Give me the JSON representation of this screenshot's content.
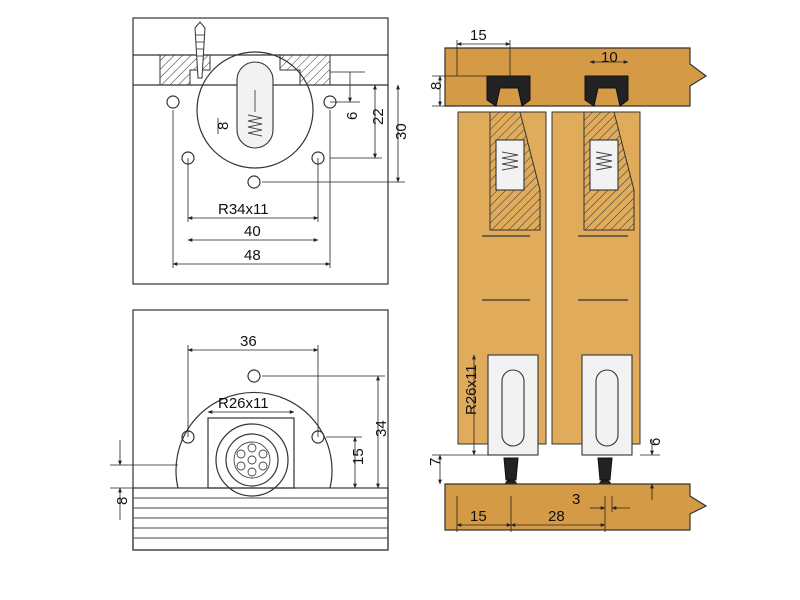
{
  "top_view": {
    "dims": {
      "d8": "8",
      "d6": "6",
      "d22": "22",
      "d30": "30",
      "r": "R34x11",
      "d40": "40",
      "d48": "48"
    }
  },
  "bottom_view": {
    "dims": {
      "d36": "36",
      "r": "R26x11",
      "d34": "34",
      "d15": "15",
      "d8": "8"
    }
  },
  "section_view": {
    "dims": {
      "d15_top": "15",
      "d10": "10",
      "d8": "8",
      "r": "R26x11",
      "d7": "7",
      "d6": "6",
      "d15_bottom": "15",
      "d28": "28",
      "d3": "3"
    }
  },
  "colors": {
    "wood": "#d59a45",
    "line": "#333333"
  }
}
